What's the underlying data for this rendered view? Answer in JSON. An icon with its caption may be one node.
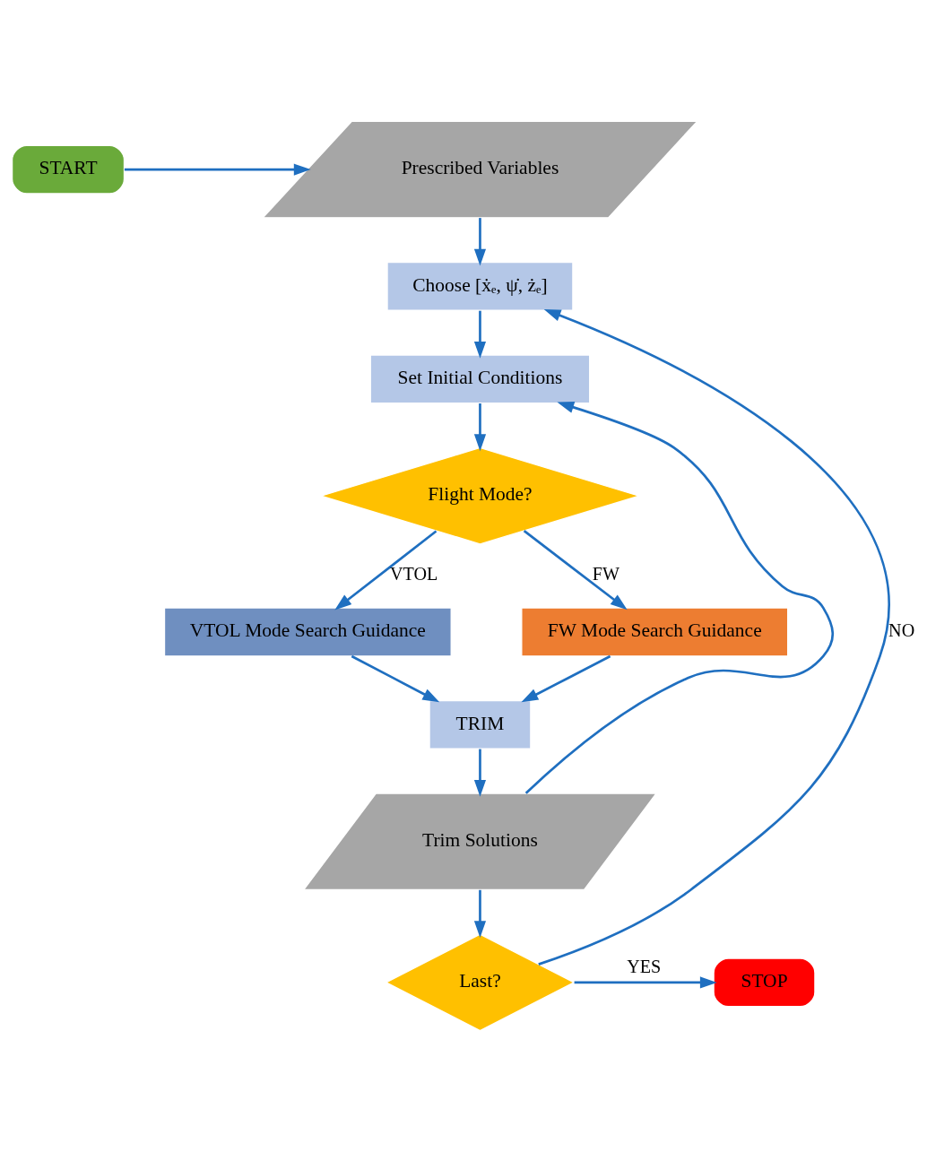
{
  "diagram": {
    "nodes": [
      {
        "text": [
          "START"
        ]
      },
      {
        "text": [
          "Prescribed Variables"
        ]
      },
      {
        "text": [
          "Choose [ẋₑ, ψ̇, żₑ]"
        ]
      },
      {
        "text": [
          "Set Initial Conditions"
        ]
      },
      {
        "text": [
          "Flight Mode?"
        ]
      },
      {
        "text": [
          "VTOL Mode Search Guidance"
        ]
      },
      {
        "text": [
          "FW Mode Search Guidance"
        ]
      },
      {
        "text": [
          "TRIM"
        ]
      },
      {
        "text": [
          "Trim Solutions"
        ]
      },
      {
        "text": [
          "Last?"
        ]
      },
      {
        "text": [
          "STOP"
        ]
      }
    ],
    "edges": [
      {
        "from": 0,
        "to": 1,
        "arrow": "to"
      },
      {
        "from": 1,
        "to": 2,
        "arrow": "to"
      },
      {
        "from": 2,
        "to": 3,
        "arrow": "to"
      },
      {
        "from": 3,
        "to": 4,
        "arrow": "to"
      },
      {
        "from": 4,
        "to": 5,
        "label": "VTOL",
        "arrow": "to"
      },
      {
        "from": 4,
        "to": 6,
        "label": "FW",
        "arrow": "to"
      },
      {
        "from": 5,
        "to": 7,
        "arrow": "to"
      },
      {
        "from": 6,
        "to": 7,
        "arrow": "to"
      },
      {
        "from": 7,
        "to": 8,
        "arrow": "to"
      },
      {
        "from": 8,
        "to": 3,
        "arrow": "to"
      },
      {
        "from": 8,
        "to": 9,
        "arrow": "to"
      },
      {
        "from": 9,
        "to": 2,
        "label": "NO",
        "arrow": "to"
      },
      {
        "from": 9,
        "to": 10,
        "label": "YES",
        "arrow": "to"
      }
    ]
  }
}
